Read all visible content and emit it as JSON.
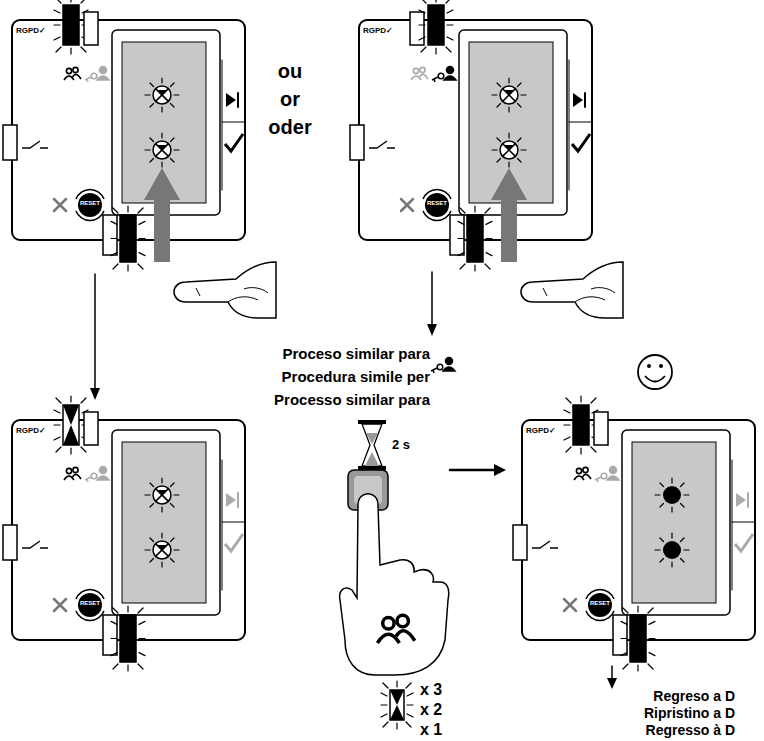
{
  "diagram": {
    "nodes": [
      {
        "text": [
          "RGPD✓",
          "RESET"
        ]
      },
      {
        "text": [
          "RGPD✓",
          "RESET"
        ]
      },
      {
        "text": [
          "RGPD✓",
          "RESET"
        ]
      },
      {
        "text": [
          "RGPD✓",
          "RESET"
        ]
      }
    ],
    "edges": [
      {
        "from": 0,
        "to": 2,
        "arrow": "to"
      }
    ],
    "labels": [
      "ou",
      "or",
      "oder",
      "Proceso similar para",
      "Procedura simile per",
      "Processo similar para",
      "2 s",
      "x 3",
      "x 2",
      "x 1",
      "Regreso a D",
      "Ripristino a D",
      "Regresso à D"
    ]
  }
}
